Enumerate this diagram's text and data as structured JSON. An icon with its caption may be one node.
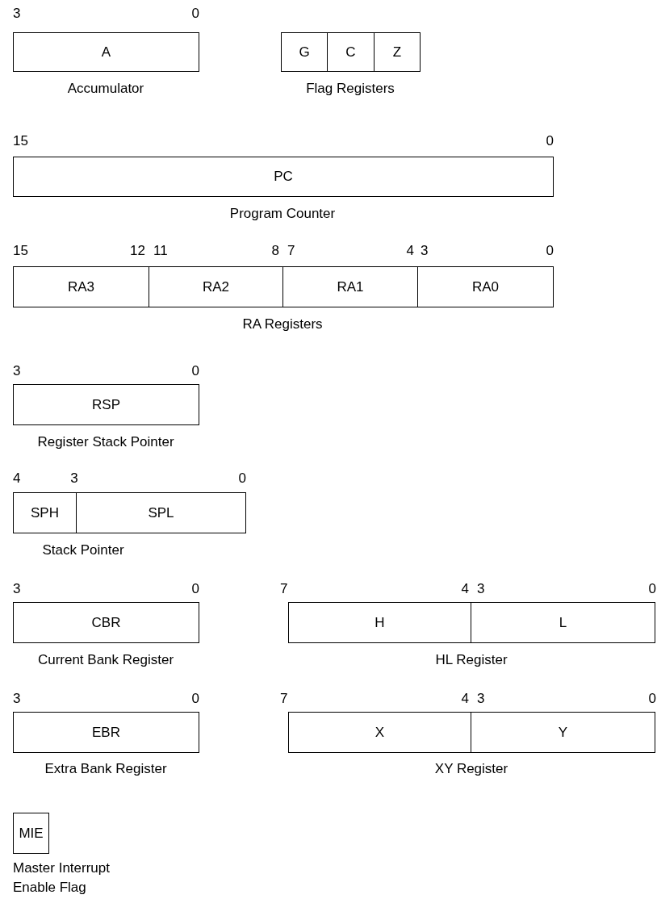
{
  "diagram": {
    "nodes": [
      {
        "text": [
          "A"
        ]
      },
      {
        "text": [
          "G"
        ]
      },
      {
        "text": [
          "C"
        ]
      },
      {
        "text": [
          "Z"
        ]
      },
      {
        "text": [
          "PC"
        ]
      },
      {
        "text": [
          "RA3"
        ]
      },
      {
        "text": [
          "RA2"
        ]
      },
      {
        "text": [
          "RA1"
        ]
      },
      {
        "text": [
          "RA0"
        ]
      },
      {
        "text": [
          "RSP"
        ]
      },
      {
        "text": [
          "SPH"
        ]
      },
      {
        "text": [
          "SPL"
        ]
      },
      {
        "text": [
          "CBR"
        ]
      },
      {
        "text": [
          "H"
        ]
      },
      {
        "text": [
          "L"
        ]
      },
      {
        "text": [
          "EBR"
        ]
      },
      {
        "text": [
          "X"
        ]
      },
      {
        "text": [
          "Y"
        ]
      },
      {
        "text": [
          "MIE"
        ]
      }
    ],
    "labels": [
      "3",
      "0",
      "Accumulator",
      "Flag Registers",
      "15",
      "0",
      "Program Counter",
      "15",
      "12",
      "11",
      "8",
      "7",
      "4",
      "3",
      "0",
      "RA Registers",
      "3",
      "0",
      "Register Stack Pointer",
      "4",
      "3",
      "0",
      "Stack Pointer",
      "3",
      "0",
      "7",
      "4",
      "3",
      "0",
      "Current Bank Register",
      "HL Register",
      "3",
      "0",
      "7",
      "4",
      "3",
      "0",
      "Extra Bank Register",
      "XY Register",
      "Master Interrupt Enable Flag"
    ]
  }
}
